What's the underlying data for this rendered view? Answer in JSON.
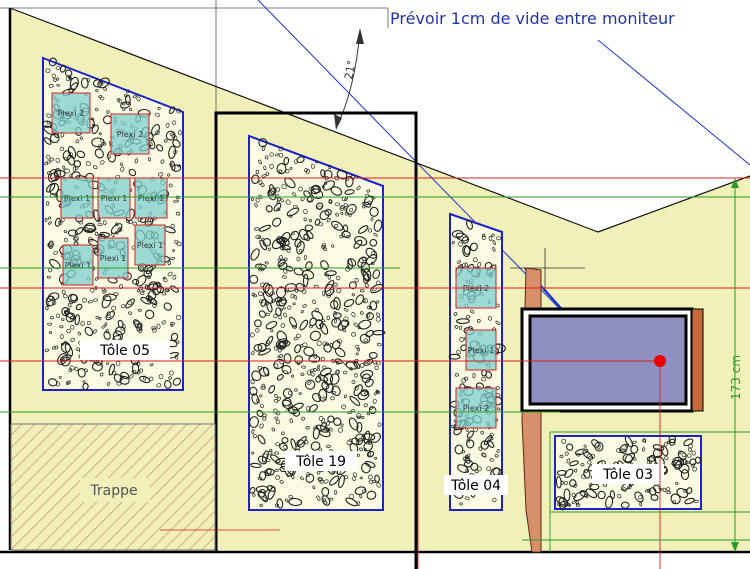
{
  "note": {
    "text": "Prévoir 1cm de vide entre moniteur"
  },
  "angle": {
    "text": "21°"
  },
  "dimension": {
    "text": "173 cm"
  },
  "panels": [
    {
      "id": "t05",
      "label": "Tôle 05"
    },
    {
      "id": "t19",
      "label": "Tôle 19"
    },
    {
      "id": "t04",
      "label": "Tôle 04"
    },
    {
      "id": "t03",
      "label": "Tôle 03"
    }
  ],
  "trapdoor": {
    "label": "Trappe"
  },
  "plexi": {
    "t05": [
      "Plexi 2",
      "Plexi 2",
      "Plexi 1",
      "Plexi 1",
      "Plexi 1",
      "Plexi 1",
      "Plexi 1",
      "Plexi 1"
    ],
    "t04": [
      "Plexi 2",
      "Plexi 1",
      "Plexi 2"
    ]
  },
  "colors": {
    "wall": "#f0f0b8",
    "panel_border": "#1a22c8",
    "plexi_fill": "#7fcfcf",
    "guide_red": "#d42020",
    "guide_green": "#2a9a2a",
    "screen_fill": "#8f8fc0",
    "frame_brown": "#c86a3c"
  }
}
